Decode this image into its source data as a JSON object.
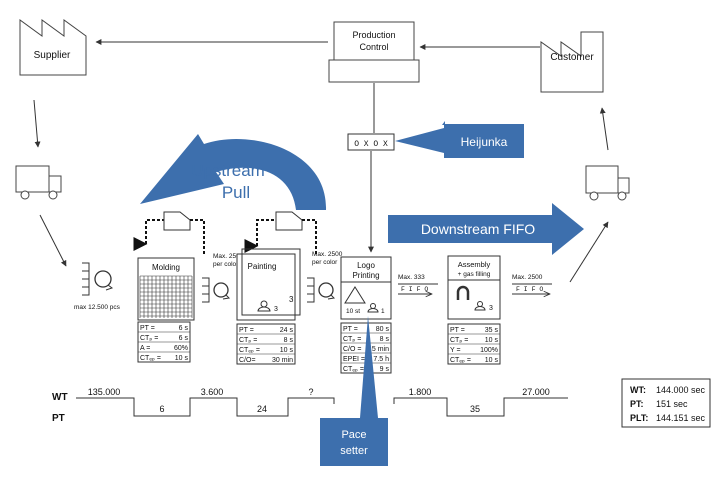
{
  "supplier": {
    "label": "Supplier"
  },
  "customer": {
    "label": "Customer"
  },
  "production_control": {
    "line1": "Production",
    "line2": "Control"
  },
  "heijunka": {
    "box_text": "O X O X",
    "callout": "Heijunka"
  },
  "upstream_pull": {
    "line1": "Upstream",
    "line2": "Pull"
  },
  "downstream_fifo": {
    "label": "Downstream FIFO"
  },
  "pacemaker": {
    "line1": "Pace",
    "line2": "setter"
  },
  "inventory_supplier": {
    "note": "max 12.500 pcs"
  },
  "supermarket1": {
    "note1": "Max. 2500",
    "note2": "per color"
  },
  "supermarket2": {
    "note1": "Max. 2500",
    "note2": "per color"
  },
  "fifo1": {
    "max": "Max. 333",
    "label": "F I F O"
  },
  "fifo2": {
    "max": "Max. 2500",
    "label": "F I F O"
  },
  "processes": {
    "molding": {
      "name": "Molding",
      "params": [
        {
          "k": "PT =",
          "v": "6 s"
        },
        {
          "k": "CTₚ =",
          "v": "6 s"
        },
        {
          "k": "A =",
          "v": "60%"
        },
        {
          "k": "CTₑₚ =",
          "v": "10 s"
        }
      ]
    },
    "painting": {
      "name": "Painting",
      "operators": "3",
      "count": "3",
      "params": [
        {
          "k": "PT =",
          "v": "24 s"
        },
        {
          "k": "CTₚ =",
          "v": "8 s"
        },
        {
          "k": "CTₑₚ =",
          "v": "10 s"
        },
        {
          "k": "C/O=",
          "v": "30 min"
        }
      ]
    },
    "logo": {
      "name1": "Logo",
      "name2": "Printing",
      "batch": "10 st",
      "operators": "1",
      "params": [
        {
          "k": "PT =",
          "v": "80 s"
        },
        {
          "k": "CTₚ =",
          "v": "8 s"
        },
        {
          "k": "C/O =",
          "v": "5 min"
        },
        {
          "k": "EPEI =",
          "v": "7.5 h"
        },
        {
          "k": "CTₑₚ =",
          "v": "9 s"
        }
      ]
    },
    "assembly": {
      "name1": "Assembly",
      "name2": "+ gas filling",
      "operators": "3",
      "params": [
        {
          "k": "PT =",
          "v": "35 s"
        },
        {
          "k": "CTₚ =",
          "v": "10 s"
        },
        {
          "k": "Y =",
          "v": "100%"
        },
        {
          "k": "CTₑₚ =",
          "v": "10 s"
        }
      ]
    }
  },
  "timeline": {
    "wt_label": "WT",
    "pt_label": "PT",
    "wt": [
      "135.000",
      "3.600",
      "?",
      "1.800",
      "27.000"
    ],
    "pt": [
      "6",
      "24",
      "35"
    ]
  },
  "summary": [
    {
      "k": "WT:",
      "v": "144.000 sec"
    },
    {
      "k": "PT:",
      "v": "151 sec"
    },
    {
      "k": "PLT:",
      "v": "144.151 sec"
    }
  ]
}
